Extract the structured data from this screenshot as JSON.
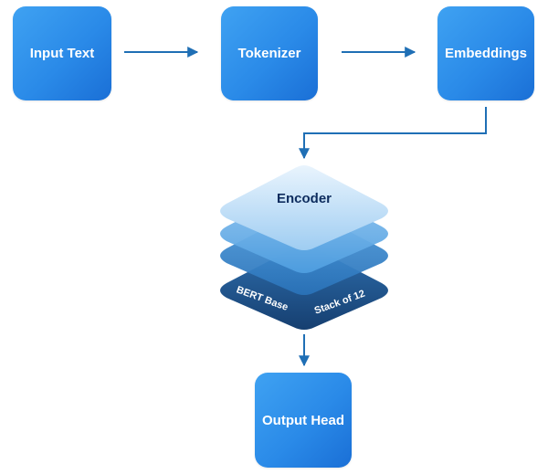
{
  "nodes": {
    "input_text": "Input Text",
    "tokenizer": "Tokenizer",
    "embeddings": "Embeddings",
    "output_head": "Output Head"
  },
  "encoder": {
    "title": "Encoder",
    "model_label": "BERT Base",
    "stack_label": "Stack of 12"
  },
  "colors": {
    "box": "#2a8ae8",
    "arrow": "#1f6fb5",
    "encoder_title": "#0d2c5e"
  }
}
